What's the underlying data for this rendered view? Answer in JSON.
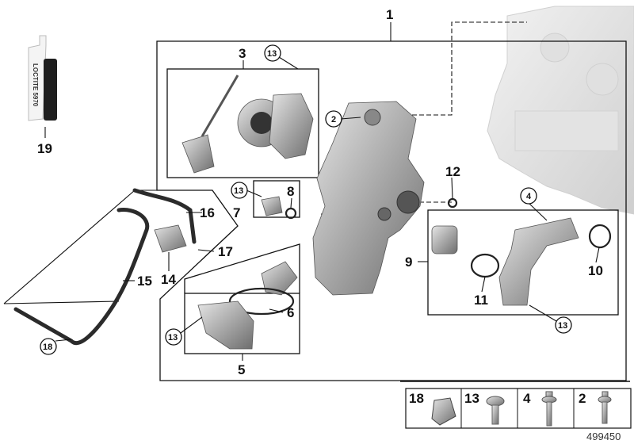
{
  "diagram_id": "499450",
  "product_label": "LOCTITE 5970",
  "callouts": {
    "c1": "1",
    "c2": "2",
    "c3": "3",
    "c4": "4",
    "c5": "5",
    "c6": "6",
    "c7": "7",
    "c8": "8",
    "c9": "9",
    "c10": "10",
    "c11": "11",
    "c12": "12",
    "c13a": "13",
    "c13b": "13",
    "c13c": "13",
    "c13d": "13",
    "c14": "14",
    "c15": "15",
    "c16": "16",
    "c17": "17",
    "c18": "18",
    "c19": "19"
  },
  "legend": [
    {
      "number": "18",
      "part": "clip-nut"
    },
    {
      "number": "13",
      "part": "screw-torx"
    },
    {
      "number": "4",
      "part": "bolt-hex-collar"
    },
    {
      "number": "2",
      "part": "bolt-hex-collar-short"
    }
  ]
}
